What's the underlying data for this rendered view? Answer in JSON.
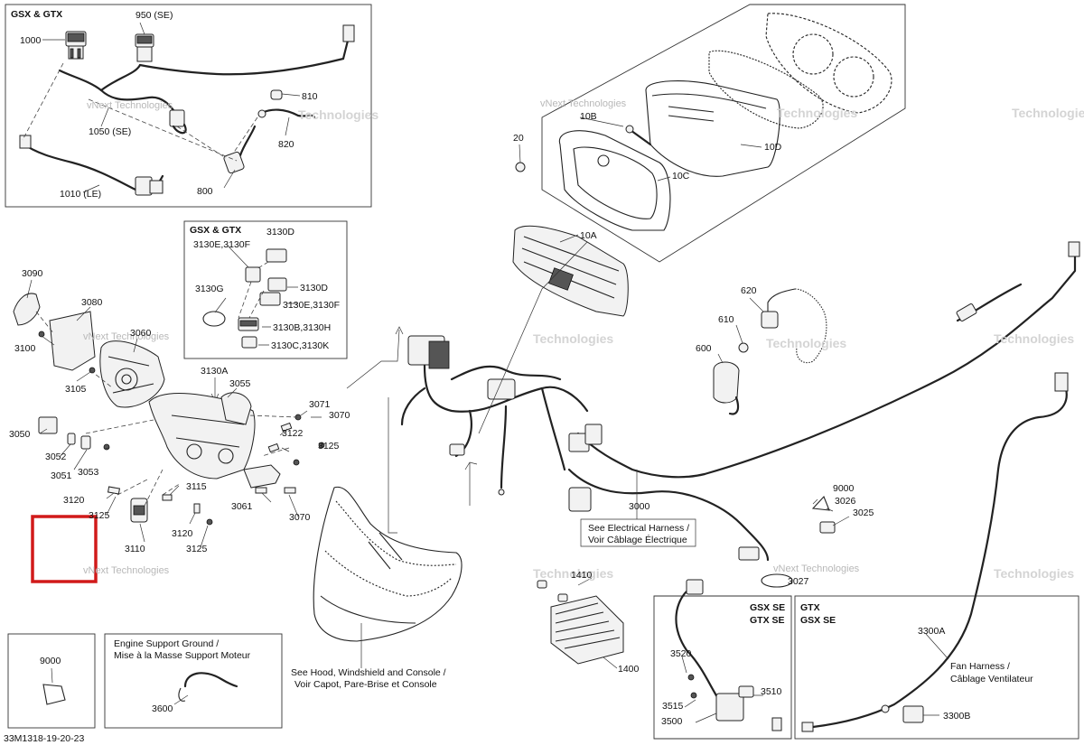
{
  "diagram_id": "33M1318-19-20-23",
  "box_titles": {
    "top_left": "GSX & GTX",
    "connectors": "GSX & GTX",
    "regulator_1": "GSX SE",
    "regulator_2": "GTX SE",
    "fan_1": "GTX",
    "fan_2": "GSX SE"
  },
  "part_labels": {
    "p1000": "1000",
    "p950": "950 (SE)",
    "p810": "810",
    "p820": "820",
    "p800": "800",
    "p1050": "1050 (SE)",
    "p1010": "1010 (LE)",
    "p3130D_a": "3130D",
    "p3130EF_a": "3130E,3130F",
    "p3130D_b": "3130D",
    "p3130G": "3130G",
    "p3130EF_b": "3130E,3130F",
    "p3130BH": "3130B,3130H",
    "p3130CK": "3130C,3130K",
    "p3130A": "3130A",
    "p20": "20",
    "p10B": "10B",
    "p10D": "10D",
    "p10C": "10C",
    "p10A": "10A",
    "p3090": "3090",
    "p3080": "3080",
    "p3060": "3060",
    "p3100": "3100",
    "p3105": "3105",
    "p3055": "3055",
    "p3071": "3071",
    "p3070_a": "3070",
    "p3122": "3122",
    "p3125_a": "3125",
    "p3050": "3050",
    "p3052": "3052",
    "p3051": "3051",
    "p3053": "3053",
    "p3115": "3115",
    "p3120_a": "3120",
    "p3125_b": "3125",
    "p3061": "3061",
    "p3070_b": "3070",
    "p3110": "3110",
    "p3120_b": "3120",
    "p3125_c": "3125",
    "p620": "620",
    "p610": "610",
    "p600": "600",
    "p3000": "3000",
    "p9000_a": "9000",
    "p3026": "3026",
    "p3025": "3025",
    "p3027": "3027",
    "p1410": "1410",
    "p1400": "1400",
    "p3520": "3520",
    "p3515": "3515",
    "p3510": "3510",
    "p3500": "3500",
    "p3300A": "3300A",
    "p3300B": "3300B",
    "p9000_b": "9000",
    "p3600": "3600"
  },
  "notes": {
    "harness_1": "See Electrical Harness /",
    "harness_2": "Voir Câblage Électrique",
    "hood_1": "See Hood, Windshield and Console /",
    "hood_2": "Voir Capot, Pare-Brise et Console",
    "fan_1": "Fan Harness /",
    "fan_2": "Câblage Ventilateur",
    "ground_1": "Engine Support Ground /",
    "ground_2": "Mise à la Masse Support Moteur"
  },
  "watermark": {
    "line1": "vNext Technologies",
    "line2": "Technologies",
    "line3": "vNext"
  },
  "colors": {
    "highlight": "#d11a1a",
    "ink": "#222222",
    "watermark": "#b8b8b8"
  }
}
